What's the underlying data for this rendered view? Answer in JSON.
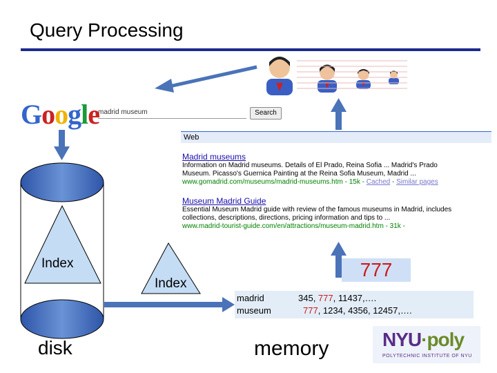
{
  "slide": {
    "title": "Query Processing",
    "google_logo": [
      "G",
      "o",
      "o",
      "g",
      "l",
      "e"
    ],
    "search_query": "madrid museum",
    "search_button": "Search",
    "serp": {
      "header": "Web",
      "results": [
        {
          "title": "Madrid museums",
          "snippet": [
            "Information on Madrid museums. Details of El Prado, Reina Sofia ... Madrid's Prado",
            "Museum. Picasso's Guernica Painting at the Reina Sofia Museum, Madrid ..."
          ],
          "url": "www.gomadrid.com/museums/madrid-museums.htm - 15k - ",
          "cached": "Cached",
          "sep": " - ",
          "similar": "Similar pages"
        },
        {
          "title": "Museum Madrid Guide",
          "snippet": [
            "Essential Museum Madrid guide with review of the famous museums in Madrid, includes",
            "collections, descriptions, directions, pricing information and tips to ..."
          ],
          "url": "www.madrid-tourist-guide.com/en/attractions/museum-madrid.htm - 31k - ",
          "cached": "",
          "sep": "",
          "similar": ""
        }
      ]
    },
    "index_label_disk": "Index",
    "index_label_memory": "Index",
    "doc_id": "777",
    "lexicon": [
      {
        "term": "madrid",
        "postings_pre": "345, ",
        "postings_hl": "777",
        "postings_post": ", 11437,…."
      },
      {
        "term": "museum",
        "postings_pre": "",
        "postings_hl": "777",
        "postings_post": ", 1234, 4356, 12457,…."
      }
    ],
    "disk_label": "disk",
    "memory_label": "memory",
    "logo": {
      "main_left": "NYU",
      "main_right": "poly",
      "sub": "POLYTECHNIC INSTITUTE OF NYU"
    },
    "colors": {
      "rule": "#1c2a8c",
      "arrow": "#4a73b8",
      "disk_fill": "#4a74c2",
      "triangle_fill": "#c4dcf4",
      "highlight": "#cc1a1a"
    }
  }
}
